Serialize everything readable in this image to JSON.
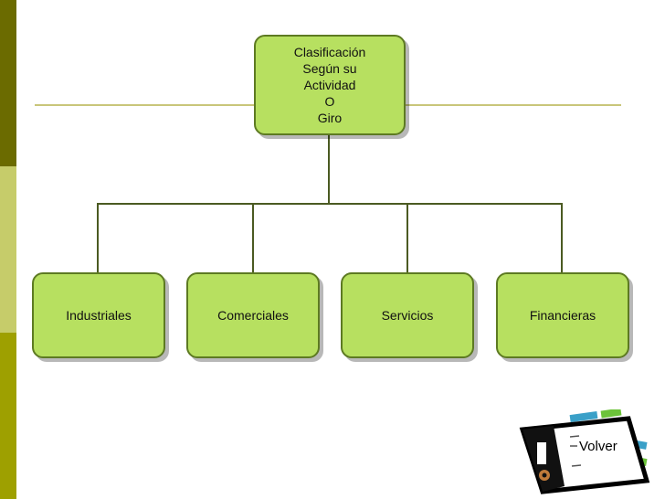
{
  "diagram": {
    "root": {
      "lines": [
        "Clasificación",
        "Según su",
        "Actividad",
        "O",
        "Giro"
      ]
    },
    "children": [
      {
        "label": "Industriales"
      },
      {
        "label": "Comerciales"
      },
      {
        "label": "Servicios"
      },
      {
        "label": "Financieras"
      }
    ]
  },
  "nav": {
    "volver_label": "Volver",
    "icon": "film-reel-icon"
  },
  "colors": {
    "box_fill": "#b7e060",
    "box_border": "#5d7a22",
    "connector": "#4b5a22",
    "strip_dark": "#6b6b00",
    "strip_light": "#c6cc6a",
    "strip_mid": "#9ea000"
  }
}
